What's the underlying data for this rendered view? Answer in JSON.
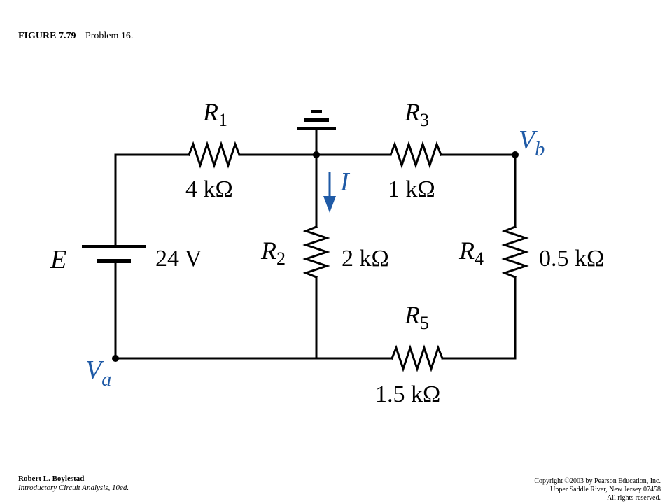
{
  "caption": {
    "figure": "FIGURE 7.79",
    "title": "Problem 16."
  },
  "circuit": {
    "R1": {
      "name": "R",
      "sub": "1",
      "value": "4 kΩ"
    },
    "R2": {
      "name": "R",
      "sub": "2",
      "value": "2 kΩ"
    },
    "R3": {
      "name": "R",
      "sub": "3",
      "value": "1 kΩ"
    },
    "R4": {
      "name": "R",
      "sub": "4",
      "value": "0.5 kΩ"
    },
    "R5": {
      "name": "R",
      "sub": "5",
      "value": "1.5 kΩ"
    },
    "source": {
      "name": "E",
      "value": "24 V"
    },
    "current": {
      "name": "I"
    },
    "Va": {
      "name": "V",
      "sub": "a"
    },
    "Vb": {
      "name": "V",
      "sub": "b"
    },
    "accent_color": "#1f5aa6"
  },
  "footer": {
    "author": "Robert L. Boylestad",
    "book": "Introductory Circuit Analysis, 10ed.",
    "copyright_line1": "Copyright ©2003 by Pearson Education, Inc.",
    "copyright_line2": "Upper Saddle River, New Jersey 07458",
    "copyright_line3": "All rights reserved."
  }
}
